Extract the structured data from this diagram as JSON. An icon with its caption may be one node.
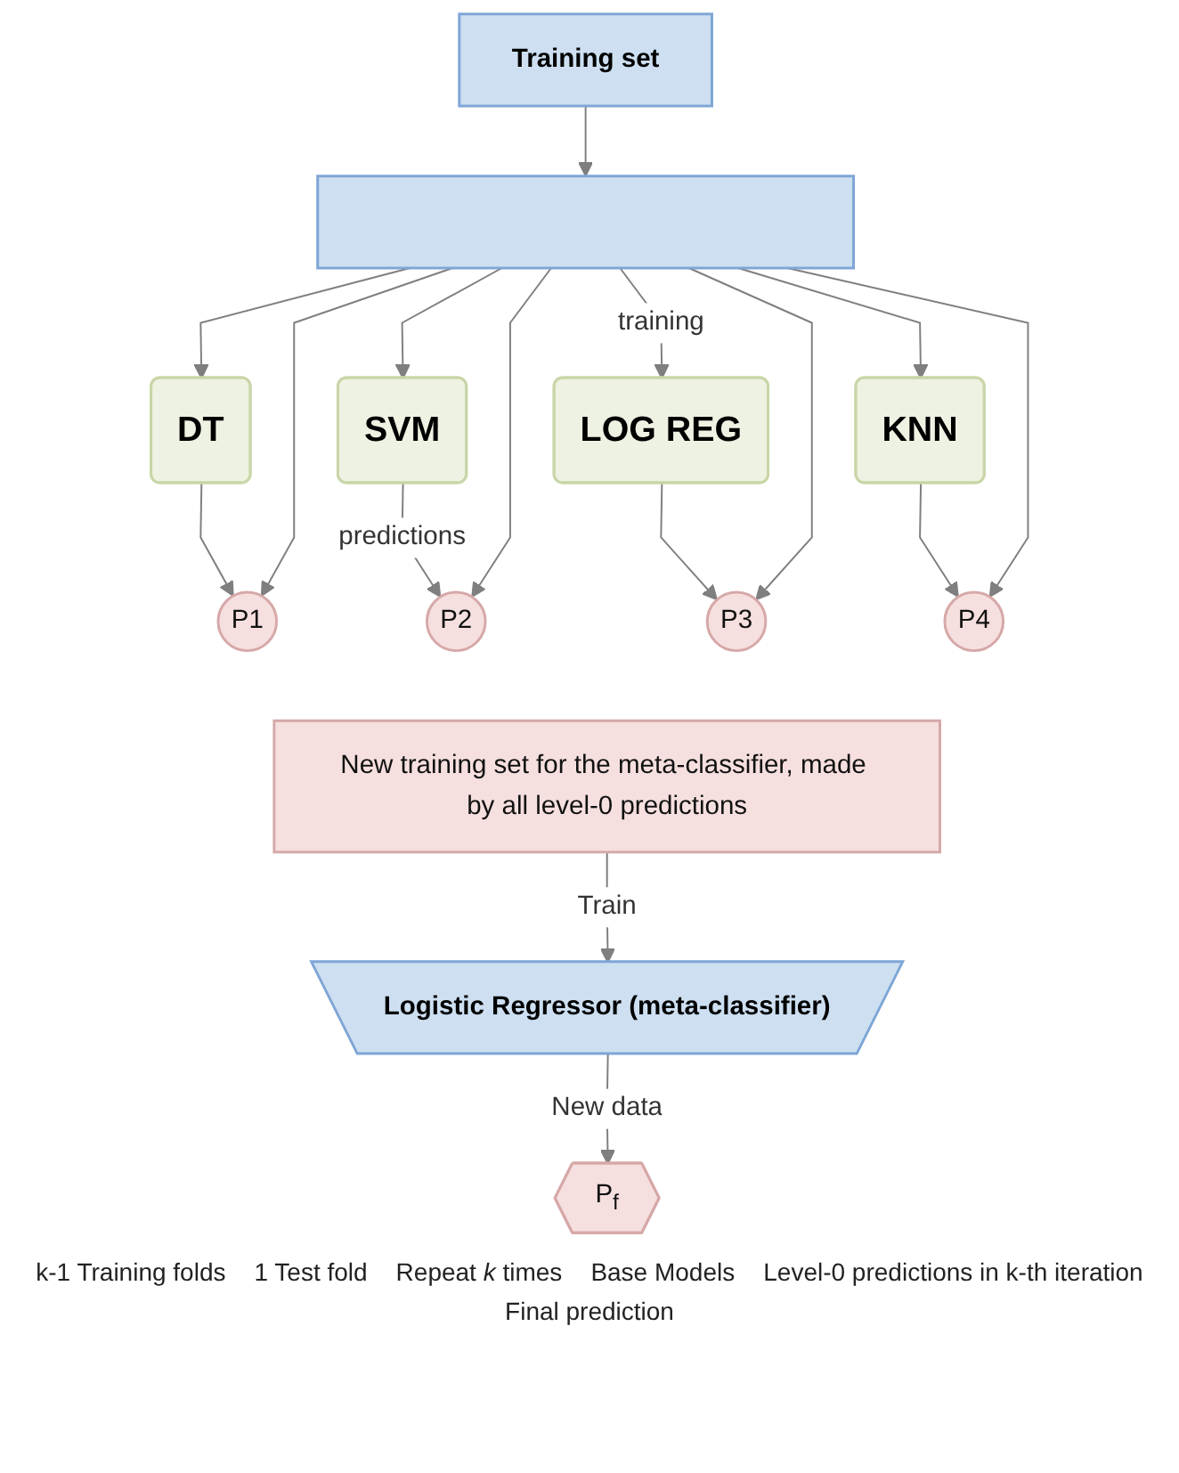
{
  "diagram": {
    "nodes": [
      {
        "text": [
          "Training set"
        ]
      },
      {
        "text": [],
        "shape": "bar"
      },
      {
        "text": [
          "DT"
        ]
      },
      {
        "text": [
          "SVM"
        ]
      },
      {
        "text": [
          "LOG REG"
        ]
      },
      {
        "text": [
          "KNN"
        ]
      },
      {
        "text": [
          "P1"
        ]
      },
      {
        "text": [
          "P2"
        ]
      },
      {
        "text": [
          "P3"
        ]
      },
      {
        "text": [
          "P4"
        ]
      },
      {
        "text": [
          "New training set for the meta-classifier, made by all level-0 predictions"
        ]
      },
      {
        "text": [
          "Logistic Regressor (meta-classifier)"
        ]
      },
      {
        "text": [
          "P$_{f}$"
        ]
      }
    ],
    "edges": [
      {
        "from": 0,
        "to": 1,
        "arrow": "to"
      },
      {
        "from": 1,
        "to": 2,
        "arrow": "to"
      },
      {
        "from": 1,
        "to": 3,
        "arrow": "to"
      },
      {
        "from": 1,
        "to": 4,
        "arrow": "to",
        "label": "training"
      },
      {
        "from": 1,
        "to": 5,
        "arrow": "to"
      },
      {
        "from": 2,
        "to": 6,
        "arrow": "to"
      },
      {
        "from": 3,
        "to": 7,
        "arrow": "to",
        "label": "predictions"
      },
      {
        "from": 4,
        "to": 8,
        "arrow": "to"
      },
      {
        "from": 5,
        "to": 9,
        "arrow": "to"
      },
      {
        "from": 1,
        "to": 6,
        "arrow": "to"
      },
      {
        "from": 1,
        "to": 7,
        "arrow": "to"
      },
      {
        "from": 1,
        "to": 8,
        "arrow": "to"
      },
      {
        "from": 1,
        "to": 9,
        "arrow": "to"
      },
      {
        "from": 10,
        "to": 11,
        "arrow": "to",
        "label": "Train"
      },
      {
        "from": 11,
        "to": 12,
        "arrow": "to",
        "label": "New data"
      }
    ],
    "labels": [
      "k-1 Training folds",
      "1 Test fold",
      "Repeat *k* times",
      "Base Models",
      "Level-0 predictions in k-th iteration",
      "Final prediction"
    ]
  }
}
